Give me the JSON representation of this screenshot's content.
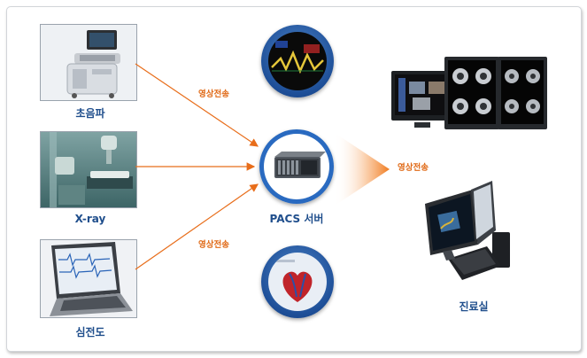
{
  "sources": [
    {
      "label": "초음파",
      "icon": "ultrasound-machine-icon"
    },
    {
      "label": "X-ray",
      "icon": "xray-room-icon"
    },
    {
      "label": "심전도",
      "icon": "ecg-laptop-icon"
    }
  ],
  "transfer_labels": {
    "top": "영상전송",
    "bottom": "영상전송",
    "right": "영상전송"
  },
  "server": {
    "label": "PACS 서버",
    "icon": "server-rack-icon"
  },
  "destination": {
    "label": "진료실",
    "icon": "workstation-icon"
  },
  "colors": {
    "label_blue": "#1f4e8c",
    "transfer_orange": "#e06a17",
    "circle_blue": "#1e4f98"
  }
}
